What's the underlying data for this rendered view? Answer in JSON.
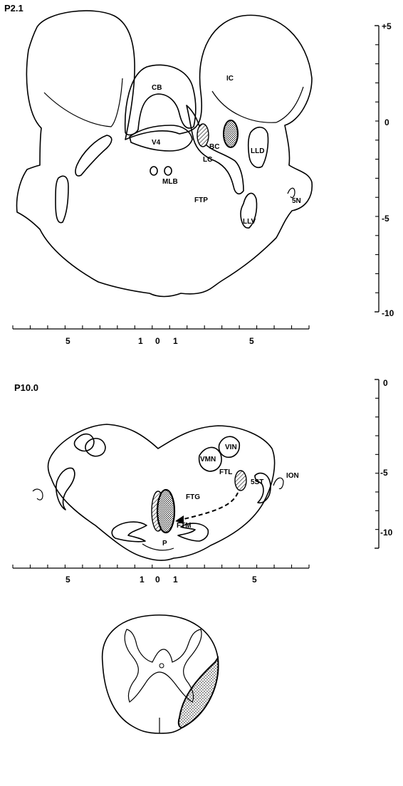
{
  "sections": {
    "top_title": "P2.1",
    "mid_title": "P10.0"
  },
  "top_labels": {
    "IC": "IC",
    "CB": "CB",
    "V4": "V4",
    "BC": "BC",
    "LC": "LC",
    "LLD": "LLD",
    "MLB": "MLB",
    "FTP": "FTP",
    "LLV": "LLV",
    "SN": "5N"
  },
  "mid_labels": {
    "VIN": "VIN",
    "VMN": "VMN",
    "FTL": "FTL",
    "SST": "5ST",
    "ION": "ION",
    "FTG": "FTG",
    "FTM": "FTM",
    "P": "P"
  },
  "top_vscale": {
    "top": "+5",
    "zero": "0",
    "m5": "-5",
    "m10": "-10"
  },
  "mid_vscale": {
    "zero": "0",
    "m5": "-5",
    "m10": "-10"
  },
  "top_hscale": {
    "l5": "5",
    "one_l": "1",
    "zero": "0",
    "one_r": "1",
    "r5": "5"
  },
  "mid_hscale": {
    "l5": "5",
    "one_l": "1",
    "zero": "0",
    "one_r": "1",
    "r5": "5"
  }
}
